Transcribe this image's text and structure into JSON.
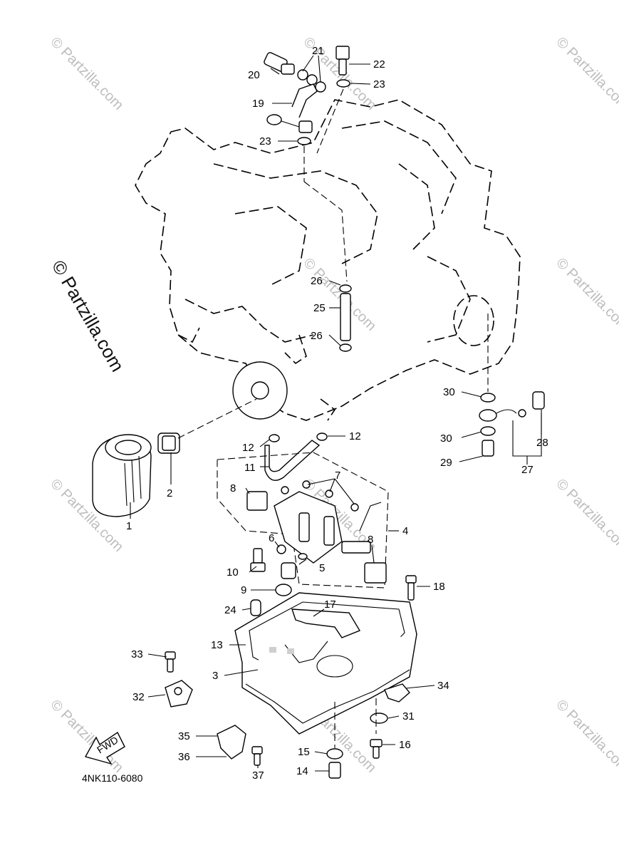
{
  "watermark": {
    "small": "© Partzilla.com",
    "big": "© Partzilla.com"
  },
  "diagram_code": "4NK110-6080",
  "fwd_label": "FWD",
  "callouts": [
    {
      "id": "c1",
      "text": "1"
    },
    {
      "id": "c2",
      "text": "2"
    },
    {
      "id": "c3",
      "text": "3"
    },
    {
      "id": "c4",
      "text": "4"
    },
    {
      "id": "c5",
      "text": "5"
    },
    {
      "id": "c6",
      "text": "6"
    },
    {
      "id": "c7",
      "text": "7"
    },
    {
      "id": "c8a",
      "text": "8"
    },
    {
      "id": "c8b",
      "text": "8"
    },
    {
      "id": "c9",
      "text": "9"
    },
    {
      "id": "c10",
      "text": "10"
    },
    {
      "id": "c11",
      "text": "11"
    },
    {
      "id": "c12a",
      "text": "12"
    },
    {
      "id": "c12b",
      "text": "12"
    },
    {
      "id": "c13",
      "text": "13"
    },
    {
      "id": "c14",
      "text": "14"
    },
    {
      "id": "c15",
      "text": "15"
    },
    {
      "id": "c16",
      "text": "16"
    },
    {
      "id": "c17",
      "text": "17"
    },
    {
      "id": "c18",
      "text": "18"
    },
    {
      "id": "c19",
      "text": "19"
    },
    {
      "id": "c20",
      "text": "20"
    },
    {
      "id": "c21",
      "text": "21"
    },
    {
      "id": "c22",
      "text": "22"
    },
    {
      "id": "c23a",
      "text": "23"
    },
    {
      "id": "c23b",
      "text": "23"
    },
    {
      "id": "c24",
      "text": "24"
    },
    {
      "id": "c25",
      "text": "25"
    },
    {
      "id": "c26a",
      "text": "26"
    },
    {
      "id": "c26b",
      "text": "26"
    },
    {
      "id": "c27",
      "text": "27"
    },
    {
      "id": "c28",
      "text": "28"
    },
    {
      "id": "c29",
      "text": "29"
    },
    {
      "id": "c30a",
      "text": "30"
    },
    {
      "id": "c30b",
      "text": "30"
    },
    {
      "id": "c31",
      "text": "31"
    },
    {
      "id": "c32",
      "text": "32"
    },
    {
      "id": "c33",
      "text": "33"
    },
    {
      "id": "c34",
      "text": "34"
    },
    {
      "id": "c35",
      "text": "35"
    },
    {
      "id": "c36",
      "text": "36"
    },
    {
      "id": "c37",
      "text": "37"
    }
  ]
}
